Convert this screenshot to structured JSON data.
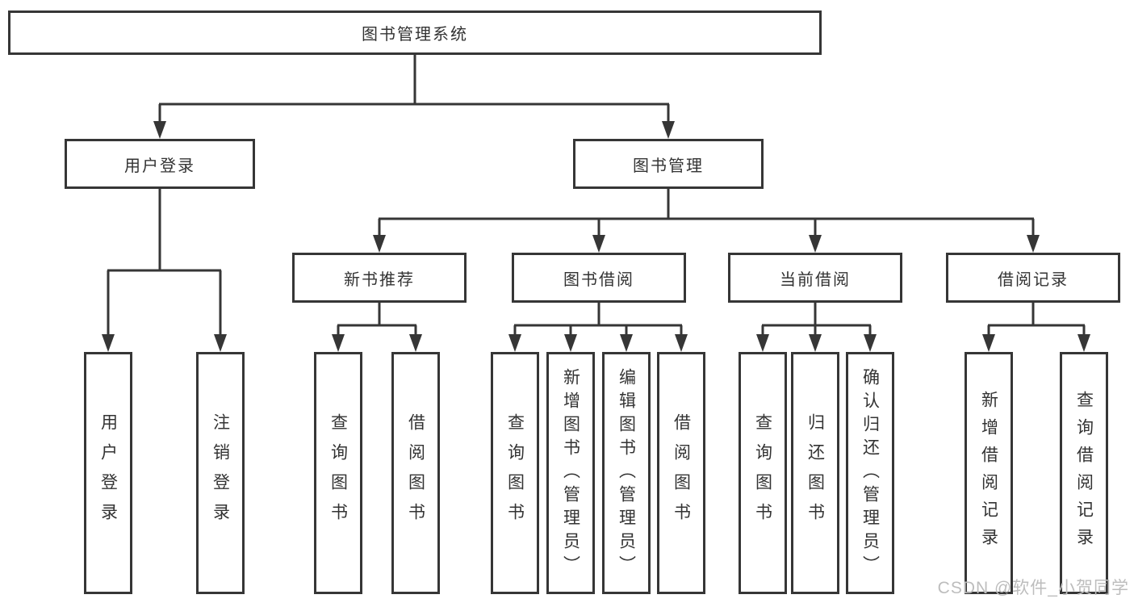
{
  "diagram": {
    "root": {
      "label": "图书管理系统"
    },
    "branches": [
      {
        "label": "用户登录",
        "children": [
          {
            "label": "用户登录"
          },
          {
            "label": "注销登录"
          }
        ]
      },
      {
        "label": "图书管理",
        "children": [
          {
            "label": "新书推荐",
            "children": [
              {
                "label": "查询图书"
              },
              {
                "label": "借阅图书"
              }
            ]
          },
          {
            "label": "图书借阅",
            "children": [
              {
                "label": "查询图书"
              },
              {
                "label": "新增图书（管理员）"
              },
              {
                "label": "编辑图书（管理员）"
              },
              {
                "label": "借阅图书"
              }
            ]
          },
          {
            "label": "当前借阅",
            "children": [
              {
                "label": "查询图书"
              },
              {
                "label": "归还图书"
              },
              {
                "label": "确认归还（管理员）"
              }
            ]
          },
          {
            "label": "借阅记录",
            "children": [
              {
                "label": "新增借阅记录"
              },
              {
                "label": "查询借阅记录"
              }
            ]
          }
        ]
      }
    ],
    "watermark": "CSDN @软件_小贺同学",
    "colors": {
      "line": "#363636",
      "text": "#333333",
      "background": "#ffffff",
      "watermark": "#bdbdbd"
    }
  }
}
